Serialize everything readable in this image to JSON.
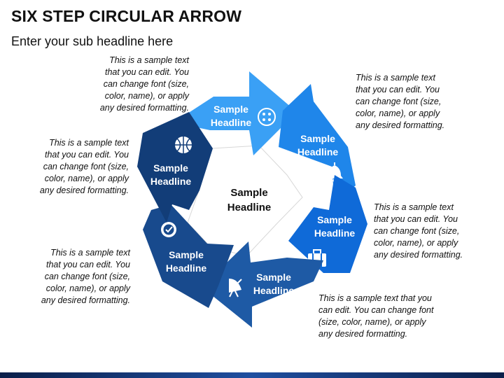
{
  "title": "SIX STEP CIRCULAR ARROW",
  "subtitle": "Enter your sub headline here",
  "center": {
    "line1": "Sample",
    "line2": "Headline"
  },
  "steps": [
    {
      "line1": "Sample",
      "line2": "Headline",
      "icon": "buttons-icon",
      "color": "#3aa0f5"
    },
    {
      "line1": "Sample",
      "line2": "Headline",
      "icon": "bell-icon",
      "color": "#1f86ea"
    },
    {
      "line1": "Sample",
      "line2": "Headline",
      "icon": "briefcase-icon",
      "color": "#0f6ad8"
    },
    {
      "line1": "Sample",
      "line2": "Headline",
      "icon": "satellite-dish-icon",
      "color": "#1e5aa5"
    },
    {
      "line1": "Sample",
      "line2": "Headline",
      "icon": "badge-check-icon",
      "color": "#184a8d"
    },
    {
      "line1": "Sample",
      "line2": "Headline",
      "icon": "basketball-icon",
      "color": "#123d78"
    }
  ],
  "notes": [
    {
      "lines": [
        "This is a sample text",
        "that you can edit. You",
        "can change font (size,",
        "color, name), or apply",
        "any desired formatting."
      ]
    },
    {
      "lines": [
        "This is a sample text",
        "that you can edit. You",
        "can change font (size,",
        "color, name), or apply",
        "any desired formatting."
      ]
    },
    {
      "lines": [
        "This is a sample text",
        "that you can edit. You",
        "can change font (size,",
        "color, name), or apply",
        "any desired formatting."
      ]
    },
    {
      "lines": [
        "This is a sample text that you",
        "can edit. You can change font",
        "(size, color, name), or apply",
        "any desired formatting."
      ]
    },
    {
      "lines": [
        "This is a sample text",
        "that you can edit. You",
        "can change font (size,",
        "color, name), or apply",
        "any desired formatting."
      ]
    },
    {
      "lines": [
        "This is a sample text",
        "that you can edit. You",
        "can change font (size,",
        "color, name), or apply",
        "any desired formatting."
      ]
    }
  ]
}
